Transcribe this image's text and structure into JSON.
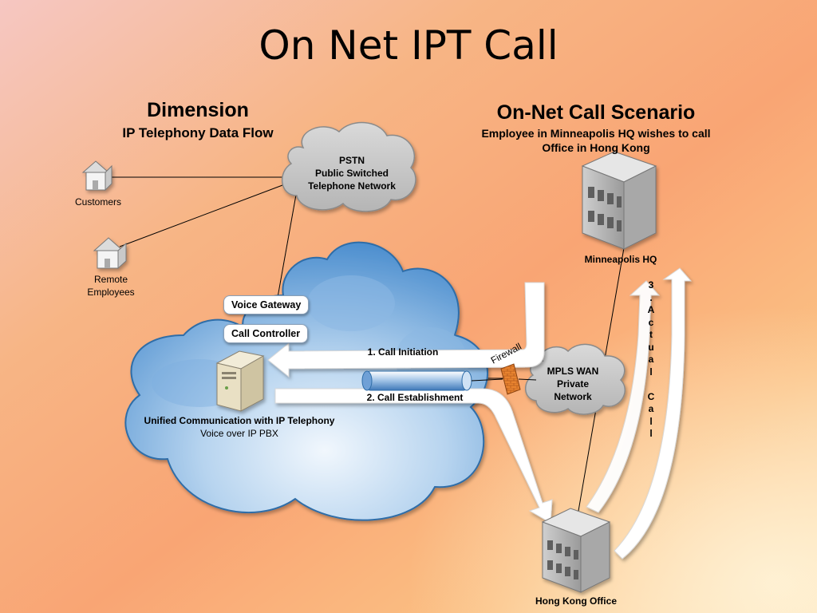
{
  "slide_title": "On Net IPT Call",
  "left_heading": {
    "title": "Dimension",
    "subtitle": "IP Telephony Data Flow"
  },
  "right_heading": {
    "title": "On-Net Call Scenario",
    "subtitle_line1": "Employee in Minneapolis HQ wishes to call",
    "subtitle_line2": "Office in Hong Kong"
  },
  "pstn": {
    "line1": "PSTN",
    "line2": "Public Switched",
    "line3": "Telephone Network"
  },
  "customers_label": "Customers",
  "remote_label_line1": "Remote",
  "remote_label_line2": "Employees",
  "voice_gateway": "Voice Gateway",
  "call_controller": "Call Controller",
  "uc_label_line1": "Unified Communication with IP Telephony",
  "uc_label_line2": "Voice over IP PBX",
  "firewall_label": "Firewall",
  "mpls": {
    "line1": "MPLS WAN",
    "line2": "Private",
    "line3": "Network"
  },
  "step1": "1. Call Initiation",
  "step2": "2.  Call Establishment",
  "step3": "3\n.\nA\nc\nt\nu\na\nl\n \nC\na\nl\nl",
  "minneapolis_label": "Minneapolis HQ",
  "hongkong_label": "Hong Kong Office",
  "colors": {
    "background_orange": "#f9a877",
    "background_peach": "#fcd7a8",
    "cloud_blue": "#5b9bd5",
    "cloud_gray": "#c8c8c8",
    "firewall_orange": "#e8832f"
  }
}
